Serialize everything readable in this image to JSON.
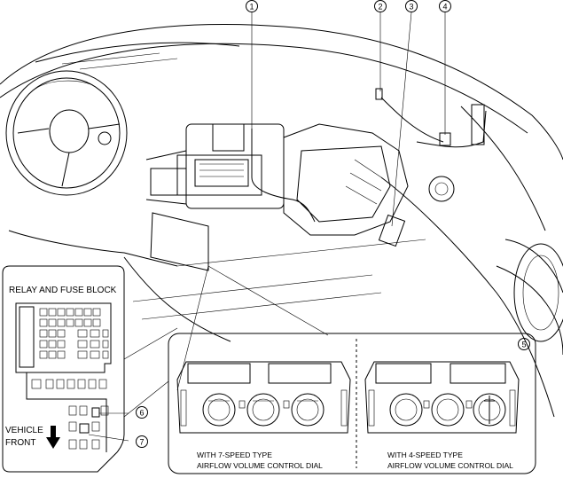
{
  "callouts": [
    {
      "num": "1"
    },
    {
      "num": "2"
    },
    {
      "num": "3"
    },
    {
      "num": "4"
    },
    {
      "num": "5"
    },
    {
      "num": "6"
    },
    {
      "num": "7"
    }
  ],
  "relay_block": {
    "title": "RELAY AND FUSE BLOCK",
    "direction_line1": "VEHICLE",
    "direction_line2": "FRONT"
  },
  "panels": {
    "left_caption_line1": "WITH 7-SPEED TYPE",
    "left_caption_line2": "AIRFLOW VOLUME CONTROL DIAL",
    "right_caption_line1": "WITH 4-SPEED TYPE",
    "right_caption_line2": "AIRFLOW VOLUME CONTROL DIAL"
  }
}
